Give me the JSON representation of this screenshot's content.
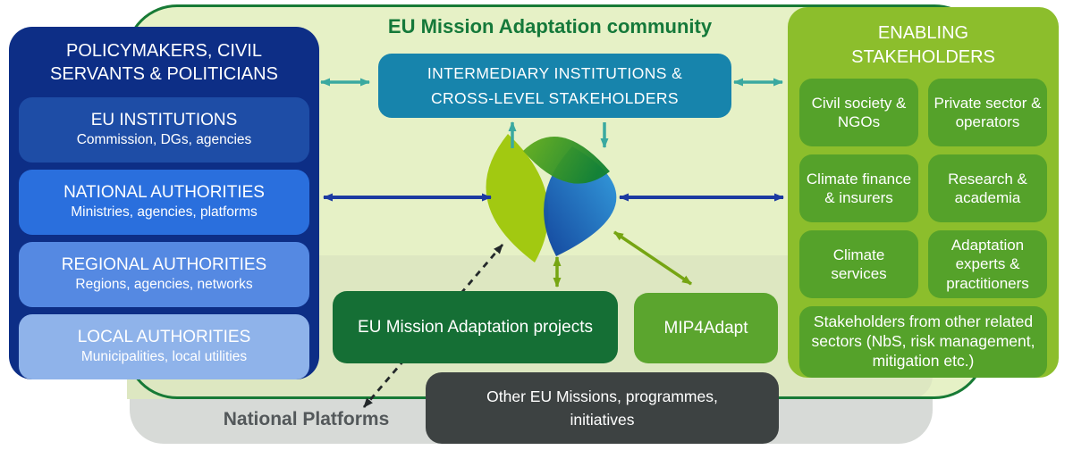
{
  "title": "EU Mission Adaptation community",
  "left_panel": {
    "header": "POLICYMAKERS, CIVIL SERVANTS & POLITICIANS",
    "items": [
      {
        "title": "EU INSTITUTIONS",
        "subtitle": "Commission, DGs, agencies"
      },
      {
        "title": "NATIONAL AUTHORITIES",
        "subtitle": "Ministries, agencies, platforms"
      },
      {
        "title": "REGIONAL AUTHORITIES",
        "subtitle": "Regions, agencies, networks"
      },
      {
        "title": "LOCAL AUTHORITIES",
        "subtitle": "Municipalities, local utilities"
      }
    ]
  },
  "center": {
    "intermediary_line1": "INTERMEDIARY INSTITUTIONS &",
    "intermediary_line2": "CROSS-LEVEL STAKEHOLDERS",
    "projects_box": "EU Mission Adaptation projects",
    "mip_box": "MIP4Adapt",
    "other_missions_box": "Other EU Missions, programmes, initiatives",
    "national_platforms": "National Platforms",
    "logo_name": "eu-mission-adaptation-pinwheel-logo"
  },
  "right_panel": {
    "header": "ENABLING STAKEHOLDERS",
    "cells": [
      "Civil society & NGOs",
      "Private sector & operators",
      "Climate finance & insurers",
      "Research & academia",
      "Climate services",
      "Adaptation experts & practitioners"
    ],
    "wide_cell": "Stakeholders from other related sectors (NbS, risk management, mitigation etc.)"
  },
  "colors": {
    "navy": "#0d2e86",
    "blue1": "#1e4da6",
    "blue2": "#2a6fdd",
    "blue3": "#5589e2",
    "blue4": "#8fb3ea",
    "teal_box": "#1784ac",
    "lime_panel": "#8cbe2c",
    "cell_green": "#55a22a",
    "dark_green": "#156f35",
    "mip_green": "#5ba52e",
    "dark_gray": "#3d4242",
    "container_fill": "#e6f1c6",
    "container_border": "#177a36",
    "band": "#dde7c1",
    "platform_gray": "#d7dad7",
    "title_green": "#15793a",
    "text_gray": "#53585a",
    "arrow_teal": "#3aa9a0",
    "arrow_blue": "#1c3aa1",
    "arrow_green": "#76a513",
    "arrow_dark": "#23282a",
    "logo_lime": "#a2c911",
    "logo_green_a": "#63ad1a",
    "logo_green_b": "#13812f",
    "logo_blue_a": "#0b3f9b",
    "logo_blue_b": "#2f9fe2"
  }
}
